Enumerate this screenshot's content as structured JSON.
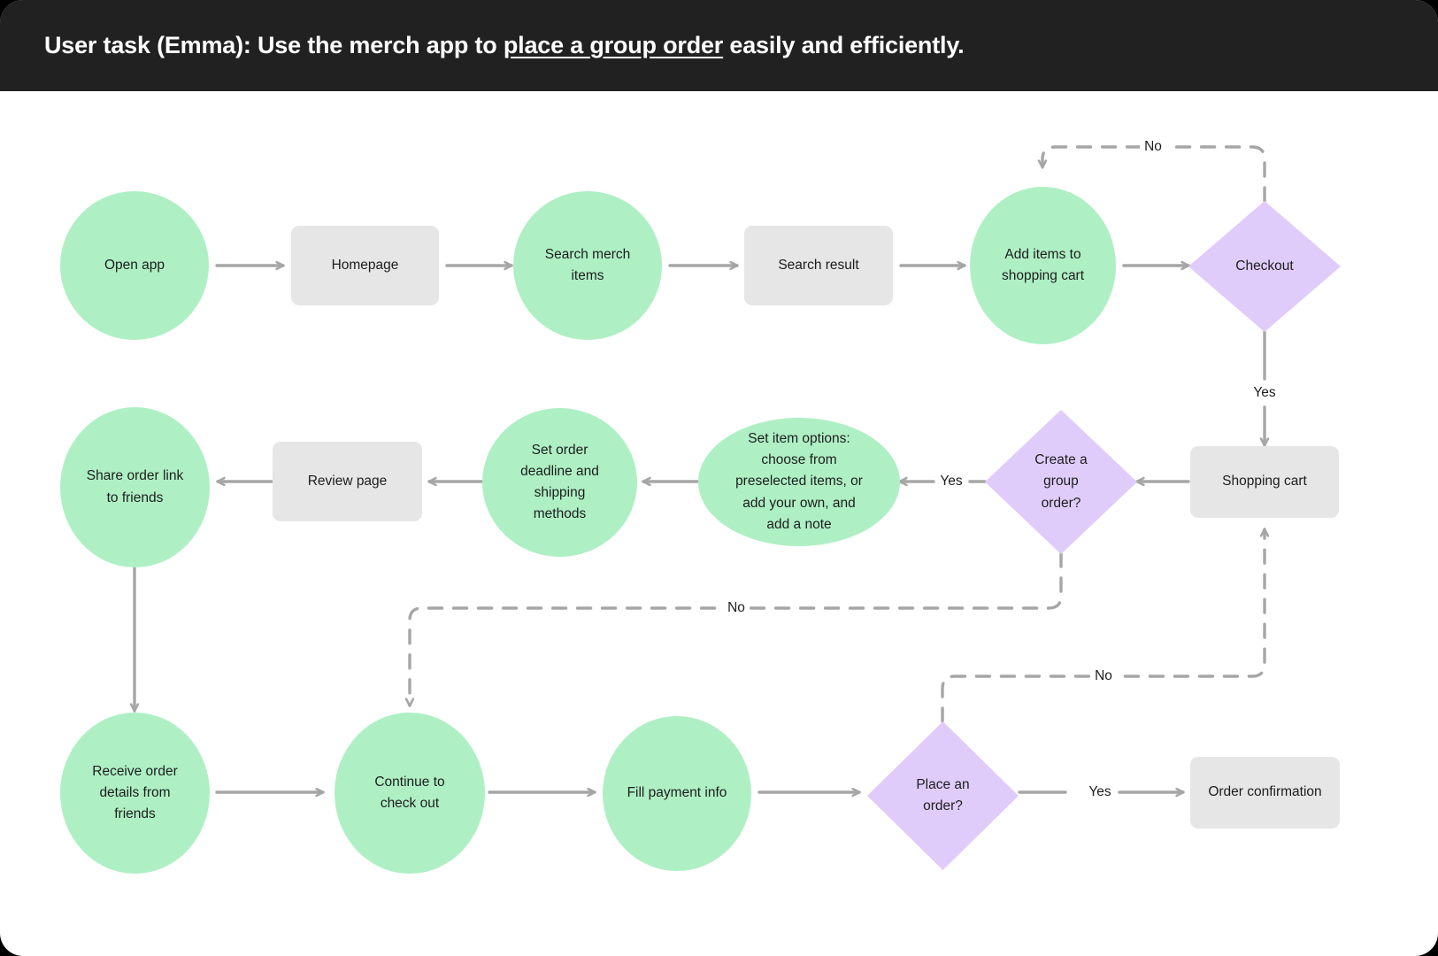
{
  "header": {
    "prefix": "User task (Emma): Use the merch app to ",
    "emphasis": "place a group order",
    "suffix": " easily and efficiently."
  },
  "palette": {
    "header_bg": "#212121",
    "page_bg": "#FFFFFF",
    "process_green": "#AEF0C4",
    "decision_purple": "#DFCCFB",
    "screen_gray": "#E6E6E6",
    "connector_gray": "#A6A6A6",
    "text": "#1D1D1D"
  },
  "diagram": {
    "type": "flowchart",
    "nodes": [
      {
        "id": "open-app",
        "label": "Open app",
        "shape": "circle",
        "color": "#AEF0C4"
      },
      {
        "id": "homepage",
        "label": "Homepage",
        "shape": "box",
        "color": "#E6E6E6"
      },
      {
        "id": "search-merch",
        "label": "Search merch\nitems",
        "shape": "circle",
        "color": "#AEF0C4"
      },
      {
        "id": "search-result",
        "label": "Search result",
        "shape": "box",
        "color": "#E6E6E6"
      },
      {
        "id": "add-items",
        "label": "Add items to\nshopping cart",
        "shape": "circle",
        "color": "#AEF0C4"
      },
      {
        "id": "checkout",
        "label": "Checkout",
        "shape": "diamond",
        "color": "#DFCCFB"
      },
      {
        "id": "shopping-cart",
        "label": "Shopping cart",
        "shape": "box",
        "color": "#E6E6E6"
      },
      {
        "id": "create-group",
        "label": "Create a\ngroup\norder?",
        "shape": "diamond",
        "color": "#DFCCFB"
      },
      {
        "id": "set-item-options",
        "label": "Set item options:\nchoose from\npreselected items, or\nadd your own, and\nadd a note",
        "shape": "circle",
        "color": "#AEF0C4"
      },
      {
        "id": "set-deadline",
        "label": "Set order\ndeadline and\nshipping\nmethods",
        "shape": "circle",
        "color": "#AEF0C4"
      },
      {
        "id": "review-page",
        "label": "Review page",
        "shape": "box",
        "color": "#E6E6E6"
      },
      {
        "id": "share-order",
        "label": "Share order link\nto friends",
        "shape": "circle",
        "color": "#AEF0C4"
      },
      {
        "id": "receive-details",
        "label": "Receive order\ndetails from\nfriends",
        "shape": "circle",
        "color": "#AEF0C4"
      },
      {
        "id": "continue-check",
        "label": "Continue to\ncheck out",
        "shape": "circle",
        "color": "#AEF0C4"
      },
      {
        "id": "fill-payment",
        "label": "Fill payment info",
        "shape": "circle",
        "color": "#AEF0C4"
      },
      {
        "id": "place-order",
        "label": "Place an\norder?",
        "shape": "diamond",
        "color": "#DFCCFB"
      },
      {
        "id": "order-confirm",
        "label": "Order confirmation",
        "shape": "box",
        "color": "#E6E6E6"
      }
    ],
    "edges": [
      {
        "from": "open-app",
        "to": "homepage",
        "label": "",
        "style": "solid"
      },
      {
        "from": "homepage",
        "to": "search-merch",
        "label": "",
        "style": "solid"
      },
      {
        "from": "search-merch",
        "to": "search-result",
        "label": "",
        "style": "solid"
      },
      {
        "from": "search-result",
        "to": "add-items",
        "label": "",
        "style": "solid"
      },
      {
        "from": "add-items",
        "to": "checkout",
        "label": "",
        "style": "solid"
      },
      {
        "from": "checkout",
        "to": "add-items",
        "label": "No",
        "style": "dashed"
      },
      {
        "from": "checkout",
        "to": "shopping-cart",
        "label": "Yes",
        "style": "solid"
      },
      {
        "from": "shopping-cart",
        "to": "create-group",
        "label": "",
        "style": "solid"
      },
      {
        "from": "create-group",
        "to": "set-item-options",
        "label": "Yes",
        "style": "solid"
      },
      {
        "from": "create-group",
        "to": "continue-check",
        "label": "No",
        "style": "dashed"
      },
      {
        "from": "set-item-options",
        "to": "set-deadline",
        "label": "",
        "style": "solid"
      },
      {
        "from": "set-deadline",
        "to": "review-page",
        "label": "",
        "style": "solid"
      },
      {
        "from": "review-page",
        "to": "share-order",
        "label": "",
        "style": "solid"
      },
      {
        "from": "share-order",
        "to": "receive-details",
        "label": "",
        "style": "solid"
      },
      {
        "from": "receive-details",
        "to": "continue-check",
        "label": "",
        "style": "solid"
      },
      {
        "from": "continue-check",
        "to": "fill-payment",
        "label": "",
        "style": "solid"
      },
      {
        "from": "fill-payment",
        "to": "place-order",
        "label": "",
        "style": "solid"
      },
      {
        "from": "place-order",
        "to": "order-confirm",
        "label": "Yes",
        "style": "solid"
      },
      {
        "from": "place-order",
        "to": "shopping-cart",
        "label": "No",
        "style": "dashed"
      }
    ],
    "edge_labels": {
      "checkout_no": "No",
      "checkout_yes": "Yes",
      "create_group_yes": "Yes",
      "create_group_no": "No",
      "place_order_yes": "Yes",
      "place_order_no": "No"
    }
  }
}
